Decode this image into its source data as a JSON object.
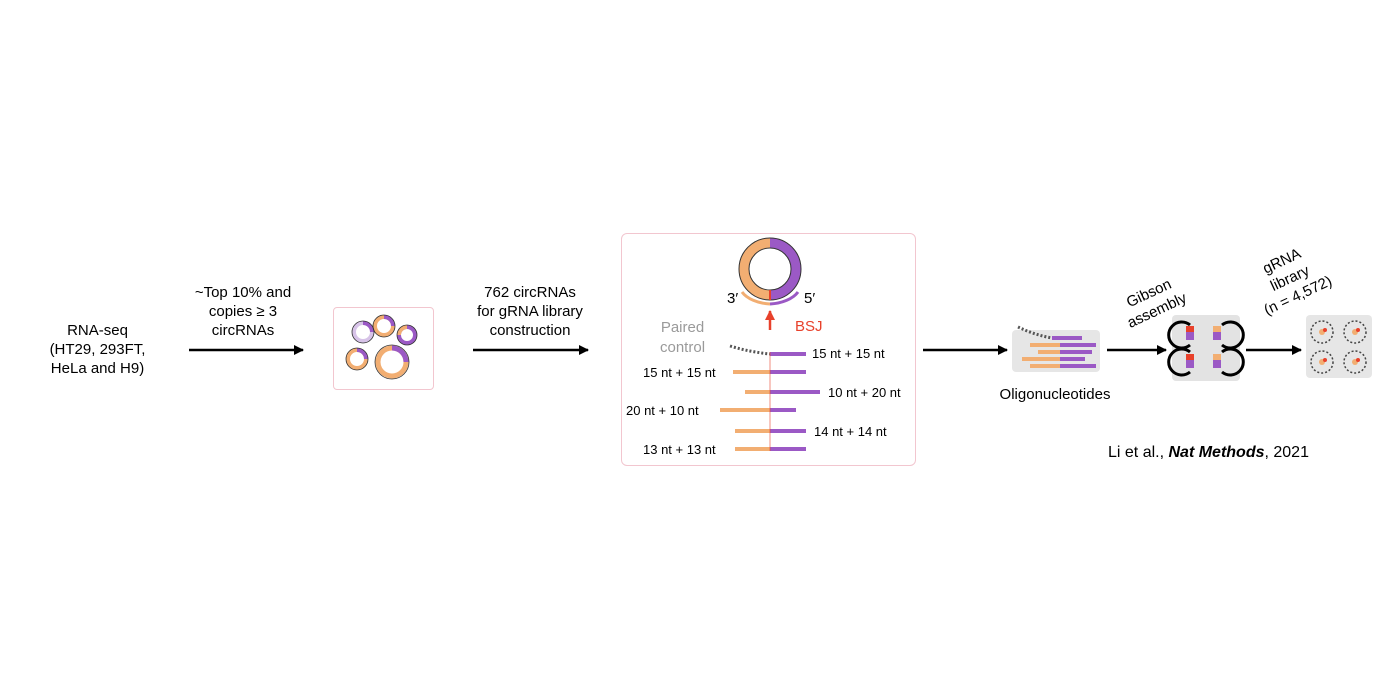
{
  "steps": {
    "rnaseq": [
      "RNA-seq",
      "(HT29, 293FT,",
      "HeLa and H9)"
    ],
    "filter": [
      "~Top 10% and",
      "copies ≥ 3",
      "circRNAs"
    ],
    "selected": [
      "762 circRNAs",
      "for gRNA library",
      "construction"
    ],
    "oligos": "Oligonucleotides",
    "gibson": [
      "Gibson",
      "assembly"
    ],
    "library": [
      "gRNA",
      "library",
      "(n = 4,572)"
    ]
  },
  "design": {
    "three_prime": "3′",
    "five_prime": "5′",
    "paired_control": [
      "Paired",
      "control"
    ],
    "bsj": "BSJ",
    "guides": [
      "15 nt + 15 nt",
      "15 nt + 15 nt",
      "10 nt + 20 nt",
      "20 nt + 10 nt",
      "14 nt + 14 nt",
      "13 nt + 13 nt"
    ]
  },
  "citation": {
    "prefix": "Li et al., ",
    "journal": "Nat Methods",
    "suffix": ", 2021"
  },
  "colors": {
    "orange": "#f2ae72",
    "purple": "#9b59c5",
    "red": "#e8412b",
    "gray_text": "#9a9a9a",
    "box_border": "#f2c6cf"
  }
}
